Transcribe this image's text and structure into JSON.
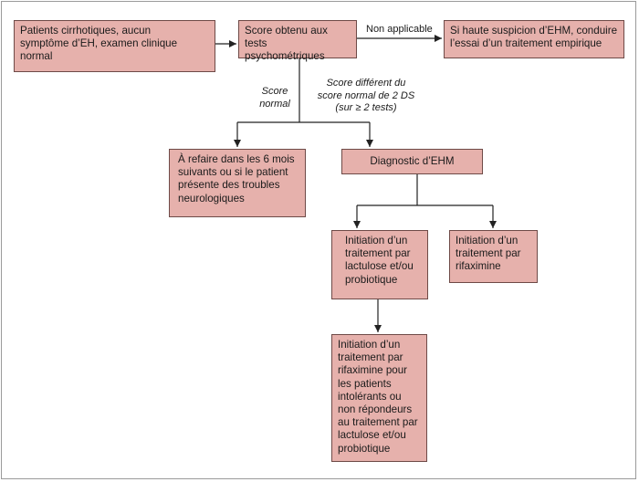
{
  "colors": {
    "box_fill": "#e6b1ac",
    "box_border": "#6e4a47",
    "line": "#222222"
  },
  "nodes": {
    "patients": "Patients cirrhotiques, aucun\nsymptôme d’EH, examen clinique\nnormal",
    "score_tests": "Score obtenu aux tests\npsychométriques",
    "suspicion": "Si haute suspicion d’EHM, conduire\nl’essai d’un traitement empirique",
    "refaire": "À refaire dans les 6 mois\nsuivants ou si le patient\nprésente des troubles\nneurologiques",
    "diagnostic": "Diagnostic d’EHM",
    "lactulose": "Initiation d’un\ntraitement par\nlactulose et/ou\nprobiotique",
    "rifaximine": "Initiation d’un\ntraitement par\nrifaximine",
    "intolerants": "Initiation d’un\ntraitement par\nrifaximine pour\nles patients\nintolérants ou\nnon répondeurs\nau traitement par\nlactulose et/ou\nprobiotique"
  },
  "edge_labels": {
    "non_applicable": "Non applicable",
    "score_normal": "Score\nnormal",
    "score_different": "Score différent du\nscore normal de 2 DS\n(sur ≥ 2 tests)"
  }
}
